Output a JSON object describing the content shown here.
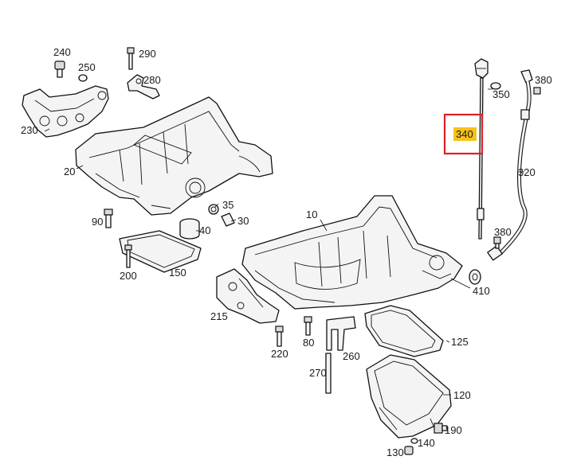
{
  "diagram": {
    "highlight_color": "#f7c21a",
    "highlight_border_color": "#e01f26",
    "highlighted_part": "340",
    "parts": [
      {
        "id": "240"
      },
      {
        "id": "250"
      },
      {
        "id": "290"
      },
      {
        "id": "280"
      },
      {
        "id": "230"
      },
      {
        "id": "20"
      },
      {
        "id": "90"
      },
      {
        "id": "35"
      },
      {
        "id": "40"
      },
      {
        "id": "30"
      },
      {
        "id": "200"
      },
      {
        "id": "150"
      },
      {
        "id": "10"
      },
      {
        "id": "215"
      },
      {
        "id": "220"
      },
      {
        "id": "80"
      },
      {
        "id": "260"
      },
      {
        "id": "270"
      },
      {
        "id": "125"
      },
      {
        "id": "120"
      },
      {
        "id": "190"
      },
      {
        "id": "140"
      },
      {
        "id": "130"
      },
      {
        "id": "340"
      },
      {
        "id": "350"
      },
      {
        "id": "380a",
        "text": "380"
      },
      {
        "id": "320"
      },
      {
        "id": "380b",
        "text": "380"
      },
      {
        "id": "410"
      }
    ]
  }
}
